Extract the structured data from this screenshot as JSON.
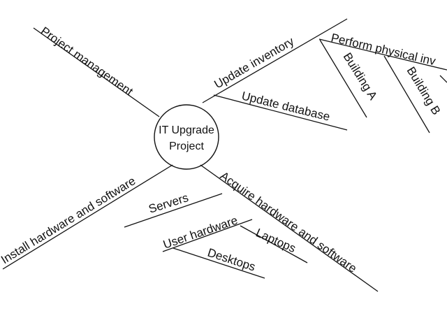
{
  "center": {
    "line1": "IT Upgrade",
    "line2": "Project"
  },
  "branches": {
    "project_management": "Project  management",
    "update_inventory": "Update inventory",
    "perform_physical_inventory": "Perform physical inv",
    "building_a": "Building A",
    "building_b": "Building B",
    "update_database": "Update database",
    "install_hw_sw": "Install hardware and software",
    "acquire_hw_sw": "Acquire hardware and software",
    "servers": "Servers",
    "user_hardware": "User hardware",
    "laptops": "Laptops",
    "desktops": "Desktops"
  },
  "colors": {
    "line": "#111111",
    "text": "#111111",
    "background": "#ffffff"
  }
}
